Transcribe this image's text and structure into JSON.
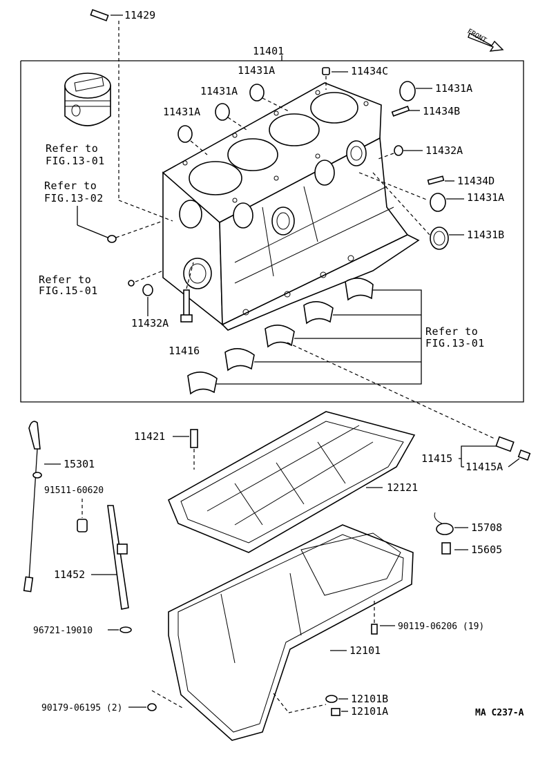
{
  "labels": {
    "p11429": "11429",
    "p11401": "11401",
    "p11431A_1": "11431A",
    "p11431A_2": "11431A",
    "p11431A_3": "11431A",
    "p11431A_4": "11431A",
    "p11431A_5": "11431A",
    "p11434C": "11434C",
    "p11434B": "11434B",
    "p11432A_r": "11432A",
    "p11434D": "11434D",
    "p11431B": "11431B",
    "p11432A_l": "11432A",
    "p11416": "11416",
    "p11421": "11421",
    "p15301": "15301",
    "p91511": "91511-60620",
    "p11452": "11452",
    "p96721": "96721-19010",
    "p12121": "12121",
    "p11415": "11415",
    "p11415A": "11415A",
    "p15708": "15708",
    "p15605": "15605",
    "p90119": "90119-06206 (19)",
    "p12101": "12101",
    "p12101B": "12101B",
    "p12101A": "12101A",
    "p90179": "90179-06195 (2)"
  },
  "refs": {
    "r1_a": "Refer to",
    "r1_b": "FIG.13-01",
    "r2_a": "Refer to",
    "r2_b": "FIG.13-02",
    "r3_a": "Refer to",
    "r3_b": "FIG.15-01",
    "r4_a": "Refer to",
    "r4_b": "FIG.13-01"
  },
  "front_label": "FRONT",
  "diagram_code": "MA C237-A"
}
